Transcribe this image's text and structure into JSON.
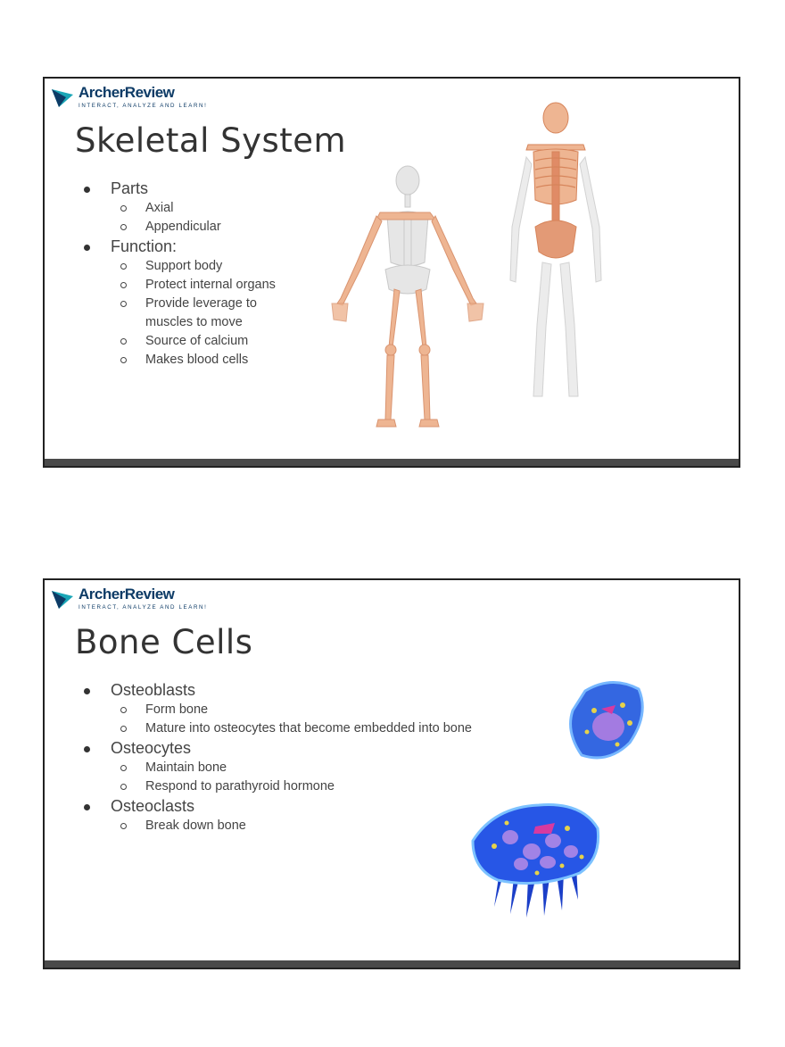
{
  "logo": {
    "brand": "ArcherReview",
    "tagline": "INTERACT, ANALYZE AND LEARN!"
  },
  "slides": [
    {
      "title": "Skeletal System",
      "bullets": [
        {
          "label": "Parts",
          "items": [
            "Axial",
            "Appendicular"
          ]
        },
        {
          "label": "Function:",
          "items": [
            "Support body",
            "Protect internal organs",
            "Provide leverage to",
            "muscles to move",
            "Source of calcium",
            "Makes blood cells"
          ]
        }
      ]
    },
    {
      "title": "Bone Cells",
      "bullets": [
        {
          "label": "Osteoblasts",
          "items": [
            "Form bone",
            "Mature into osteocytes that become embedded into bone"
          ]
        },
        {
          "label": "Osteocytes",
          "items": [
            "Maintain bone",
            "Respond to parathyroid hormone"
          ]
        },
        {
          "label": "Osteoclasts",
          "items": [
            "Break down bone"
          ]
        }
      ]
    }
  ],
  "colors": {
    "brand": "#0d3b66",
    "accent": "#1aa6b7",
    "bone_highlight": "#e8a77e",
    "bone_gray": "#d9d9d9",
    "cell_blue": "#1f4fd8",
    "footer": "#4a4a4a"
  }
}
